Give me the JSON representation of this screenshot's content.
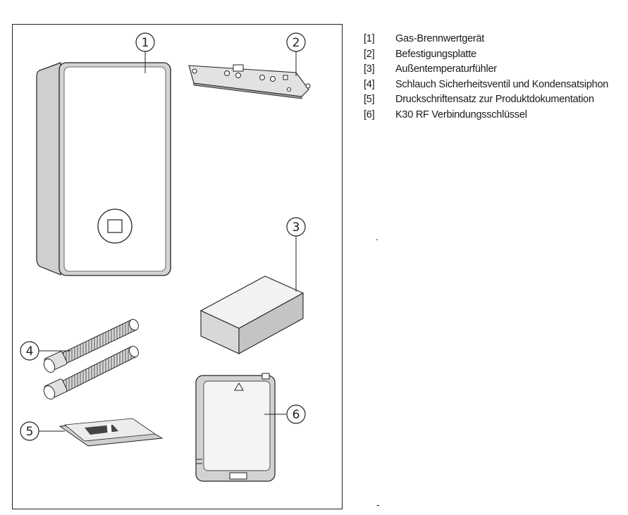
{
  "figure": {
    "callouts": [
      "1",
      "2",
      "3",
      "4",
      "5",
      "6"
    ]
  },
  "parts_list": [
    {
      "num": "[1]",
      "label": "Gas-Brennwertgerät"
    },
    {
      "num": "[2]",
      "label": "Befestigungsplatte"
    },
    {
      "num": "[3]",
      "label": "Außentemperaturfühler"
    },
    {
      "num": "[4]",
      "label": "Schlauch Sicherheitsventil und Kondensatsiphon"
    },
    {
      "num": "[5]",
      "label": "Druckschriftensatz zur Produktdokumentation"
    },
    {
      "num": "[6]",
      "label": "K30 RF Verbindungsschlüssel"
    }
  ],
  "stray_marks": [
    ".",
    "-"
  ]
}
